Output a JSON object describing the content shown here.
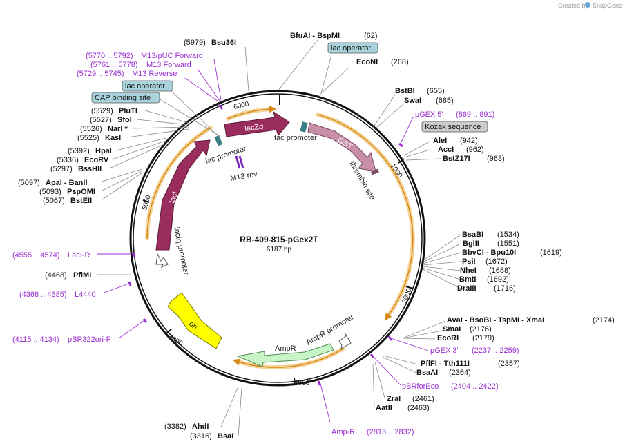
{
  "watermark": {
    "prefix": "Created by",
    "brand": "SnapGene"
  },
  "plasmid": {
    "name": "RB-409-815-pGex2T",
    "size": "6187 bp"
  },
  "ticks": [
    "1000",
    "2000",
    "3000",
    "4000",
    "5000",
    "6000"
  ],
  "sites": [
    {
      "pos": "(62)",
      "name": "BfuAI  - BspMI"
    },
    {
      "pos": "(268)",
      "name": "EcoNI"
    },
    {
      "pos": "(655)",
      "name": "BstBI"
    },
    {
      "pos": "(685)",
      "name": "SwaI"
    },
    {
      "pos": "(942)",
      "name": "AleI"
    },
    {
      "pos": "(962)",
      "name": "AccI"
    },
    {
      "pos": "(963)",
      "name": "BstZ17I"
    },
    {
      "pos": "(1534)",
      "name": "BsaBI"
    },
    {
      "pos": "(1551)",
      "name": "BglII"
    },
    {
      "pos": "(1619)",
      "name": "BbvCI  - Bpu10I"
    },
    {
      "pos": "(1672)",
      "name": "PsiI"
    },
    {
      "pos": "(1688)",
      "name": "NheI"
    },
    {
      "pos": "(1692)",
      "name": "BmtI"
    },
    {
      "pos": "(1716)",
      "name": "DraIII"
    },
    {
      "pos": "(2174)",
      "name": "AvaI  - BsoBI  - TspMI  - XmaI"
    },
    {
      "pos": "(2176)",
      "name": "SmaI"
    },
    {
      "pos": "(2179)",
      "name": "EcoRI"
    },
    {
      "pos": "(2357)",
      "name": "PflFI  - Tth111I"
    },
    {
      "pos": "(2364)",
      "name": "BsaAI"
    },
    {
      "pos": "(2461)",
      "name": "ZraI"
    },
    {
      "pos": "(2463)",
      "name": "AatII"
    },
    {
      "pos": "(3382)",
      "name": "AhdI"
    },
    {
      "pos": "(3316)",
      "name": "BsaI"
    },
    {
      "pos": "(4468)",
      "name": "PflMI"
    },
    {
      "pos": "(5097)",
      "name": "ApaI  - BanII"
    },
    {
      "pos": "(5093)",
      "name": "PspOMI"
    },
    {
      "pos": "(5067)",
      "name": "BstEII"
    },
    {
      "pos": "(5392)",
      "name": "HpaI"
    },
    {
      "pos": "(5336)",
      "name": "EcoRV"
    },
    {
      "pos": "(5297)",
      "name": "BssHII"
    },
    {
      "pos": "(5529)",
      "name": "PluTI"
    },
    {
      "pos": "(5527)",
      "name": "SfoI"
    },
    {
      "pos": "(5526)",
      "name": "NarI *"
    },
    {
      "pos": "(5525)",
      "name": "KasI"
    },
    {
      "pos": "(5979)",
      "name": "Bsu36I"
    }
  ],
  "primers": [
    {
      "range": "(5770 .. 5792)",
      "name": "M13/pUC Forward"
    },
    {
      "range": "(5761 .. 5778)",
      "name": "M13 Forward"
    },
    {
      "range": "(5729 .. 5745)",
      "name": "M13 Reverse"
    },
    {
      "name": "pGEX 5'",
      "range": "(869 .. 891)"
    },
    {
      "name": "pGEX 3'",
      "range": "(2237 .. 2259)"
    },
    {
      "name": "pBRforEco",
      "range": "(2404 .. 2422)"
    },
    {
      "name": "Amp-R",
      "range": "(2813 .. 2832)"
    },
    {
      "range": "(4555 .. 4574)",
      "name": "LacI-R"
    },
    {
      "range": "(4368 .. 4385)",
      "name": "L4440"
    },
    {
      "range": "(4115 .. 4134)",
      "name": "pBR322ori-F"
    }
  ],
  "boxes": [
    "lac operator",
    "lac operator",
    "CAP binding site",
    "Kozak sequence"
  ],
  "features": {
    "lacZa": "lacZα",
    "lacI": "lacI",
    "GST": "GST",
    "ori": "ori",
    "AmpR": "AmpR",
    "tac_promoter": "tac promoter",
    "lac_promoter": "lac promoter",
    "M13_rev": "M13 rev",
    "thrombin_site": "thrombin site",
    "lacIq_promoter": "lacIq promoter",
    "AmpR_promoter": "AmpR promoter"
  },
  "colors": {
    "primer": "#9a2fd0",
    "lacZa": "#9b2d5e",
    "lacI": "#9b2d5e",
    "GST": "#c88fa8",
    "ori": "#ffff00",
    "AmpR": "#c8f5c8",
    "orf": "#e8a33a",
    "box": "#a9d3dc"
  }
}
